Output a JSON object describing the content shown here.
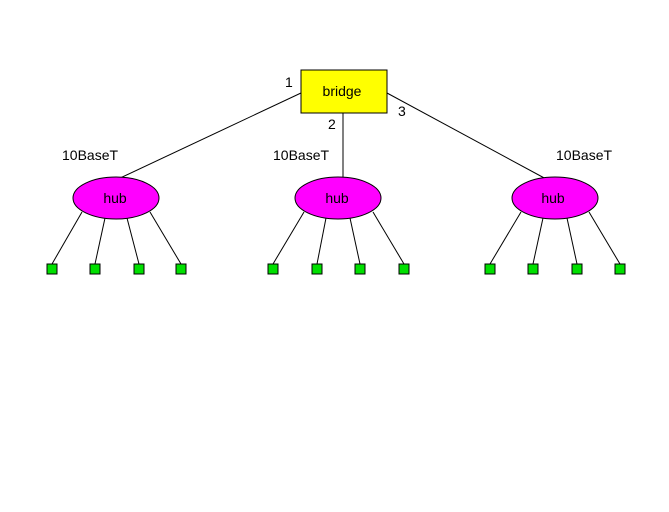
{
  "colors": {
    "bridge_fill": "#ffff00",
    "hub_fill": "#ff00ff",
    "host_fill": "#00e000",
    "line": "#000000",
    "background": "#ffffff"
  },
  "bridge": {
    "label": "bridge",
    "ports": [
      "1",
      "2",
      "3"
    ]
  },
  "links": [
    {
      "label": "10BaseT"
    },
    {
      "label": "10BaseT"
    },
    {
      "label": "10BaseT"
    }
  ],
  "hubs": [
    {
      "label": "hub",
      "host_count": 4
    },
    {
      "label": "hub",
      "host_count": 4
    },
    {
      "label": "hub",
      "host_count": 4
    }
  ]
}
